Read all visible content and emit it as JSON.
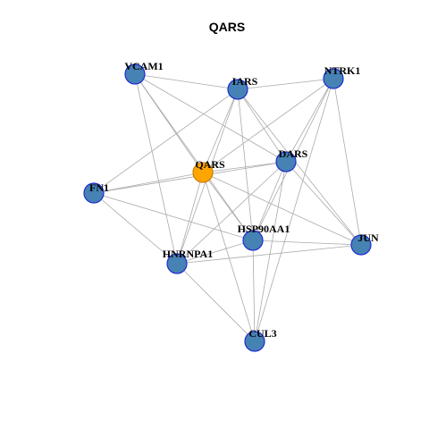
{
  "title": "QARS",
  "colors": {
    "node_fill": "#4682b4",
    "node_stroke": "#1f2bd1",
    "focus_fill": "#ffa500",
    "focus_stroke": "#cc7a00",
    "edge": "#aaaaaa"
  },
  "nodes": [
    {
      "id": "VCAM1",
      "label": "VCAM1"
    },
    {
      "id": "IARS",
      "label": "IARS"
    },
    {
      "id": "NTRK1",
      "label": "NTRK1"
    },
    {
      "id": "DARS",
      "label": "DARS"
    },
    {
      "id": "QARS",
      "label": "QARS",
      "focus": true
    },
    {
      "id": "FN1",
      "label": "FN1"
    },
    {
      "id": "HSP90AA1",
      "label": "HSP90AA1"
    },
    {
      "id": "JUN",
      "label": "JUN"
    },
    {
      "id": "HNRNPA1",
      "label": "HNRNPA1"
    },
    {
      "id": "CUL3",
      "label": "CUL3"
    }
  ],
  "edges": [
    [
      "VCAM1",
      "IARS"
    ],
    [
      "VCAM1",
      "DARS"
    ],
    [
      "VCAM1",
      "QARS"
    ],
    [
      "VCAM1",
      "HSP90AA1"
    ],
    [
      "VCAM1",
      "HNRNPA1"
    ],
    [
      "IARS",
      "NTRK1"
    ],
    [
      "IARS",
      "QARS"
    ],
    [
      "IARS",
      "DARS"
    ],
    [
      "IARS",
      "FN1"
    ],
    [
      "IARS",
      "HSP90AA1"
    ],
    [
      "IARS",
      "JUN"
    ],
    [
      "IARS",
      "HNRNPA1"
    ],
    [
      "NTRK1",
      "QARS"
    ],
    [
      "NTRK1",
      "DARS"
    ],
    [
      "NTRK1",
      "HSP90AA1"
    ],
    [
      "NTRK1",
      "JUN"
    ],
    [
      "NTRK1",
      "CUL3"
    ],
    [
      "QARS",
      "DARS"
    ],
    [
      "QARS",
      "FN1"
    ],
    [
      "QARS",
      "HSP90AA1"
    ],
    [
      "QARS",
      "JUN"
    ],
    [
      "QARS",
      "HNRNPA1"
    ],
    [
      "QARS",
      "CUL3"
    ],
    [
      "DARS",
      "FN1"
    ],
    [
      "DARS",
      "HSP90AA1"
    ],
    [
      "DARS",
      "JUN"
    ],
    [
      "DARS",
      "HNRNPA1"
    ],
    [
      "DARS",
      "CUL3"
    ],
    [
      "FN1",
      "HSP90AA1"
    ],
    [
      "FN1",
      "HNRNPA1"
    ],
    [
      "HSP90AA1",
      "JUN"
    ],
    [
      "HSP90AA1",
      "HNRNPA1"
    ],
    [
      "HSP90AA1",
      "CUL3"
    ],
    [
      "JUN",
      "HNRNPA1"
    ],
    [
      "HNRNPA1",
      "CUL3"
    ]
  ]
}
